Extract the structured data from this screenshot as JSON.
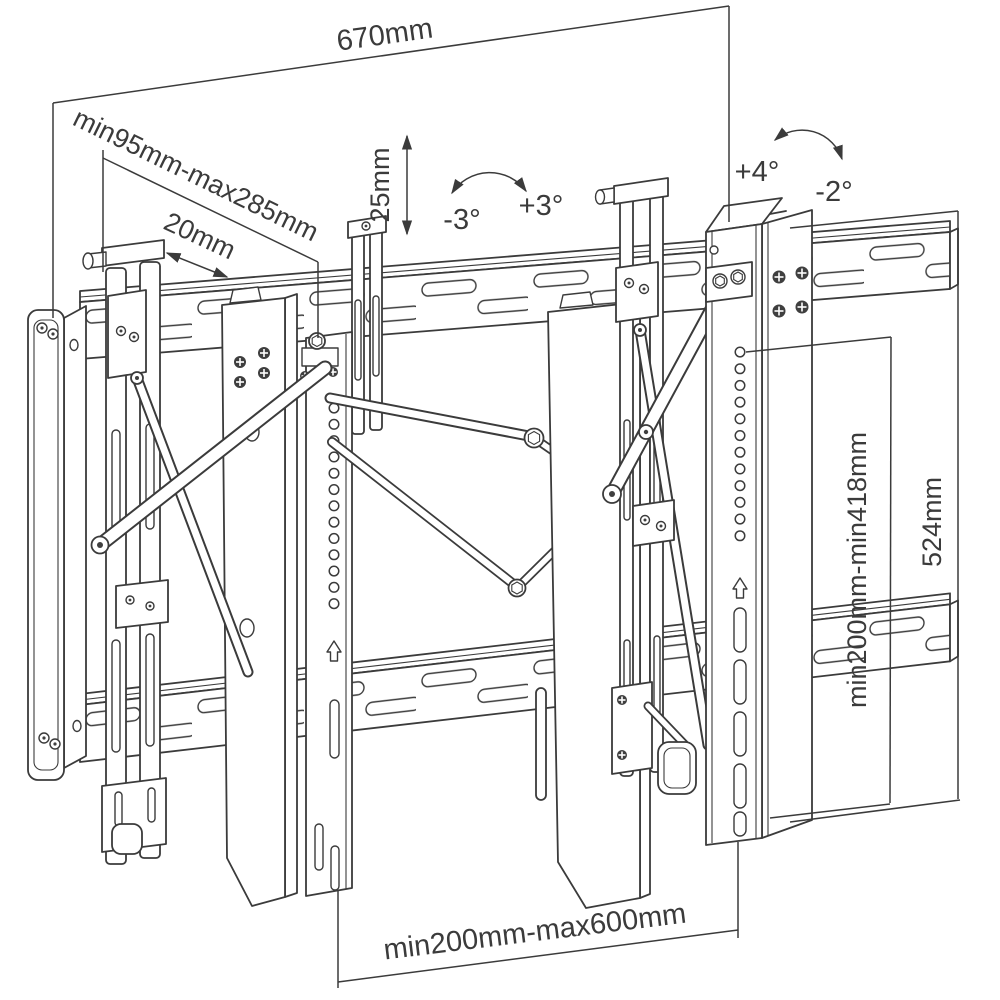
{
  "drawing": {
    "type": "technical-line-drawing",
    "subject": "pop-out video wall TV mount, dimensioned",
    "background_color": "#ffffff",
    "line_color": "#3b3b3b"
  },
  "annotations": {
    "top_width": "670mm",
    "wall_offset_range": "min95mm-max285mm",
    "offset_step": "20mm",
    "height_adjustment": "25mm",
    "tilt_left_negative": "-3°",
    "tilt_left_positive": "+3°",
    "tilt_right_positive": "+4°",
    "tilt_right_negative": "-2°",
    "bracket_height": "524mm",
    "vesa_height_range": "min200mm-min418mm",
    "vesa_width_range": "min200mm-max600mm"
  },
  "icons": {
    "up_arrow": "orientation-up marker on TV brackets",
    "rotation_arc": "curved double arrow showing tilt range",
    "double_arrow": "linear double-headed adjustment arrow"
  }
}
